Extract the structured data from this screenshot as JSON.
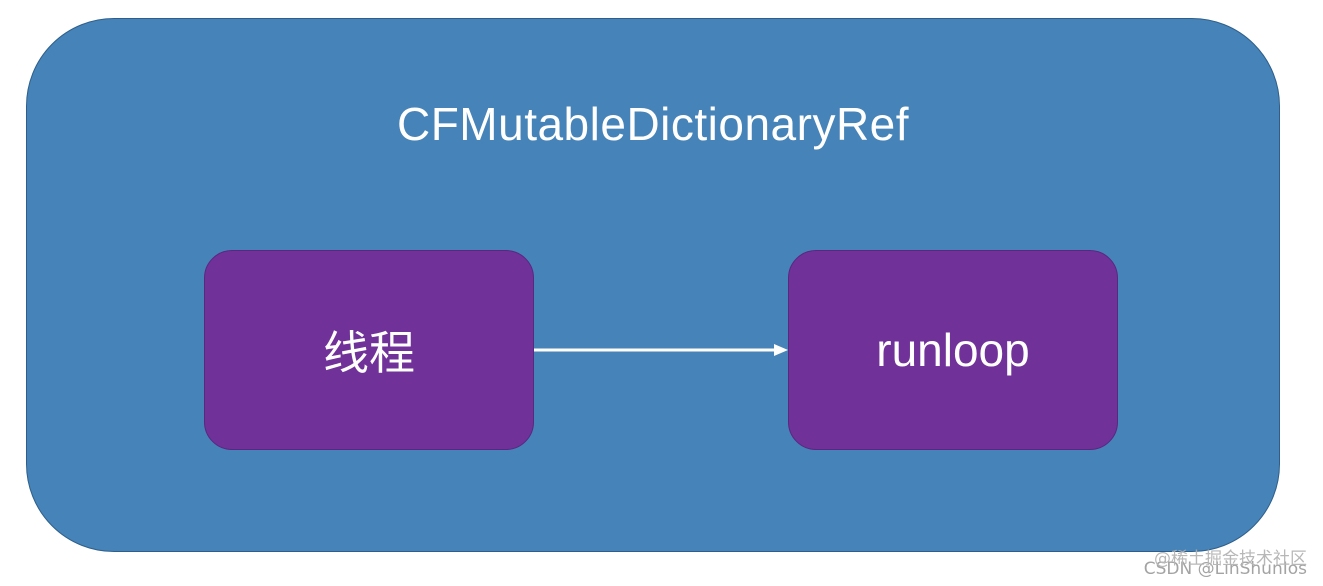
{
  "diagram": {
    "container": {
      "label": "CFMutableDictionaryRef",
      "fill_color": "#4583b8"
    },
    "nodes": [
      {
        "id": "thread",
        "label": "线程",
        "fill_color": "#703199"
      },
      {
        "id": "runloop",
        "label": "runloop",
        "fill_color": "#703199"
      }
    ],
    "edges": [
      {
        "from": "thread",
        "to": "runloop",
        "color": "#ffffff"
      }
    ]
  },
  "watermark": {
    "line1": "@稀土掘金技术社区",
    "line2": "CSDN @LinShunIos"
  }
}
